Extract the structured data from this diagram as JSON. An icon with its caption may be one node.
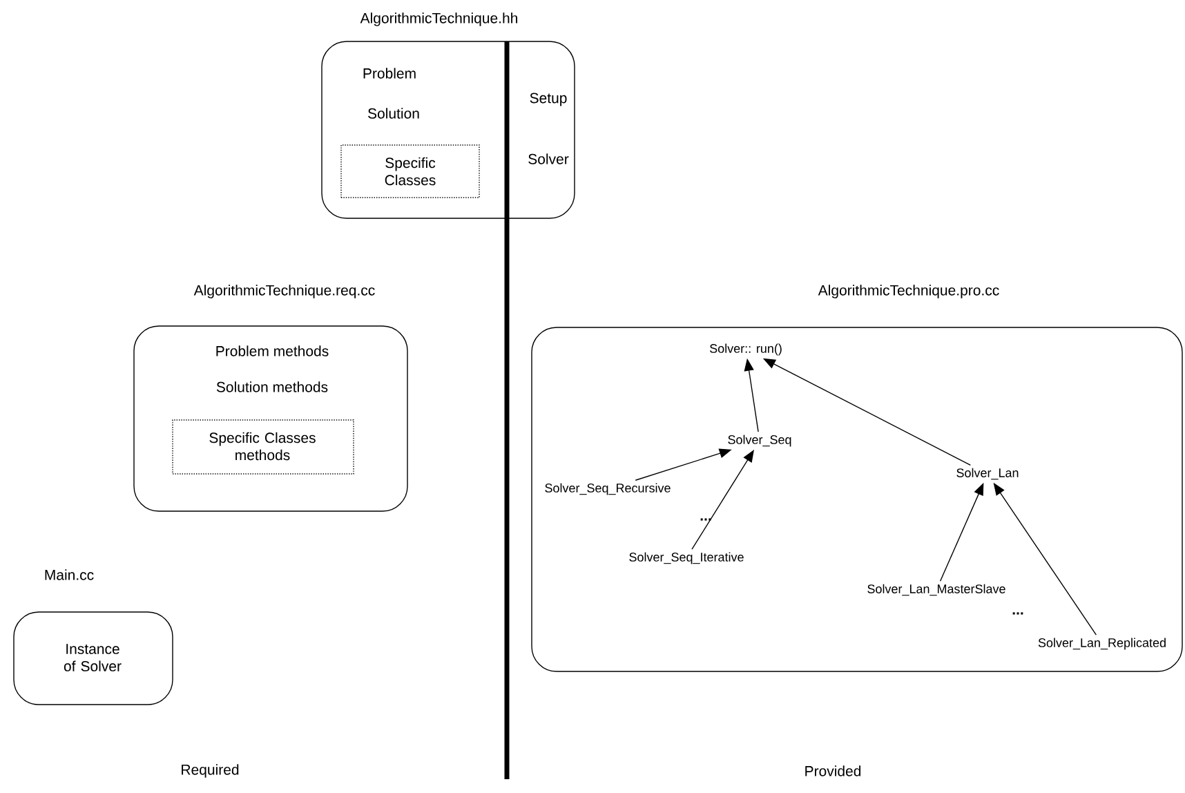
{
  "diagram": {
    "nodes": [
      {
        "text": [
          "AlgorithmicTechnique.hh",
          "Problem",
          "Solution",
          "Setup",
          "Solver"
        ]
      },
      {
        "text": [
          "Specific Classes"
        ],
        "in": 0
      },
      {
        "text": [
          "AlgorithmicTechnique.req.cc",
          "Problem methods",
          "Solution methods"
        ]
      },
      {
        "text": [
          "Specific Classes methods"
        ],
        "in": 2
      },
      {
        "text": [
          "Main.cc",
          "Instance of Solver"
        ]
      },
      {
        "text": [
          "AlgorithmicTechnique.pro.cc"
        ]
      },
      {
        "text": [
          "Solver:: run()"
        ],
        "in": 5
      },
      {
        "text": [
          "Solver_Seq"
        ],
        "in": 5
      },
      {
        "text": [
          "Solver_Lan"
        ],
        "in": 5
      },
      {
        "text": [
          "Solver_Seq_Recursive"
        ],
        "in": 5
      },
      {
        "text": [
          "Solver_Seq_Iterative"
        ],
        "in": 5
      },
      {
        "text": [
          "Solver_Lan_MasterSlave"
        ],
        "in": 5
      },
      {
        "text": [
          "Solver_Lan_Replicated"
        ],
        "in": 5
      }
    ],
    "edges": [
      {
        "from": 7,
        "to": 6,
        "arrow": "to"
      },
      {
        "from": 8,
        "to": 6,
        "arrow": "to"
      },
      {
        "from": 9,
        "to": 7,
        "arrow": "to"
      },
      {
        "from": 10,
        "to": 7,
        "arrow": "to"
      },
      {
        "from": 11,
        "to": 8,
        "arrow": "to"
      },
      {
        "from": 12,
        "to": 8,
        "arrow": "to"
      }
    ],
    "labels": [
      "...",
      "...",
      "Required",
      "Provided"
    ]
  }
}
